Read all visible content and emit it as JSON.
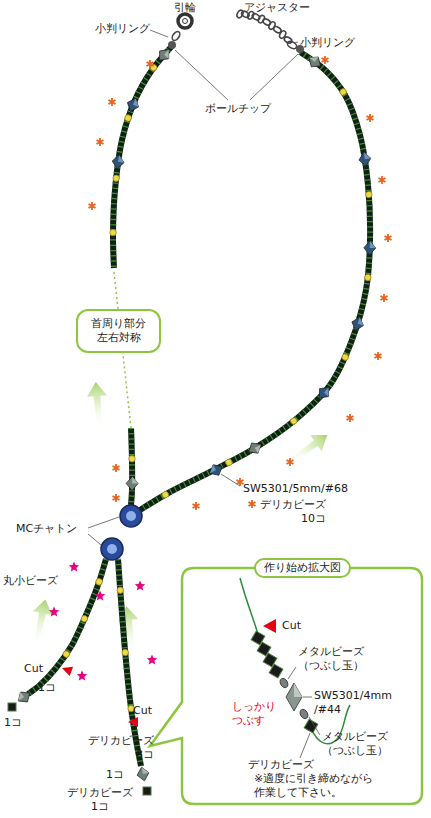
{
  "diagram": {
    "nodes": [
      {
        "text": [
          "首周り部分 左右対称"
        ]
      },
      {
        "text": [
          "作り始め拡大図",
          "※適度に引き締めながら 作業して下さい。"
        ]
      }
    ],
    "labels": [
      "引輪",
      "小判リング",
      "アジャスター",
      "小判リング",
      "ボールチップ",
      "SW5301/5mm/#68",
      "デリカビーズ 10コ",
      "MCチャトン",
      "丸小ビーズ",
      "Cut",
      "1コ",
      "1コ",
      "デリカビーズ 8コ",
      "Cut",
      "1コ",
      "デリカビーズ 1コ",
      "Cut",
      "メタルビーズ （つぶし玉）",
      "SW5301/4mm /#44",
      "しっかり つぶす",
      "メタルビーズ （つぶし玉）",
      "デリカビーズ"
    ]
  }
}
